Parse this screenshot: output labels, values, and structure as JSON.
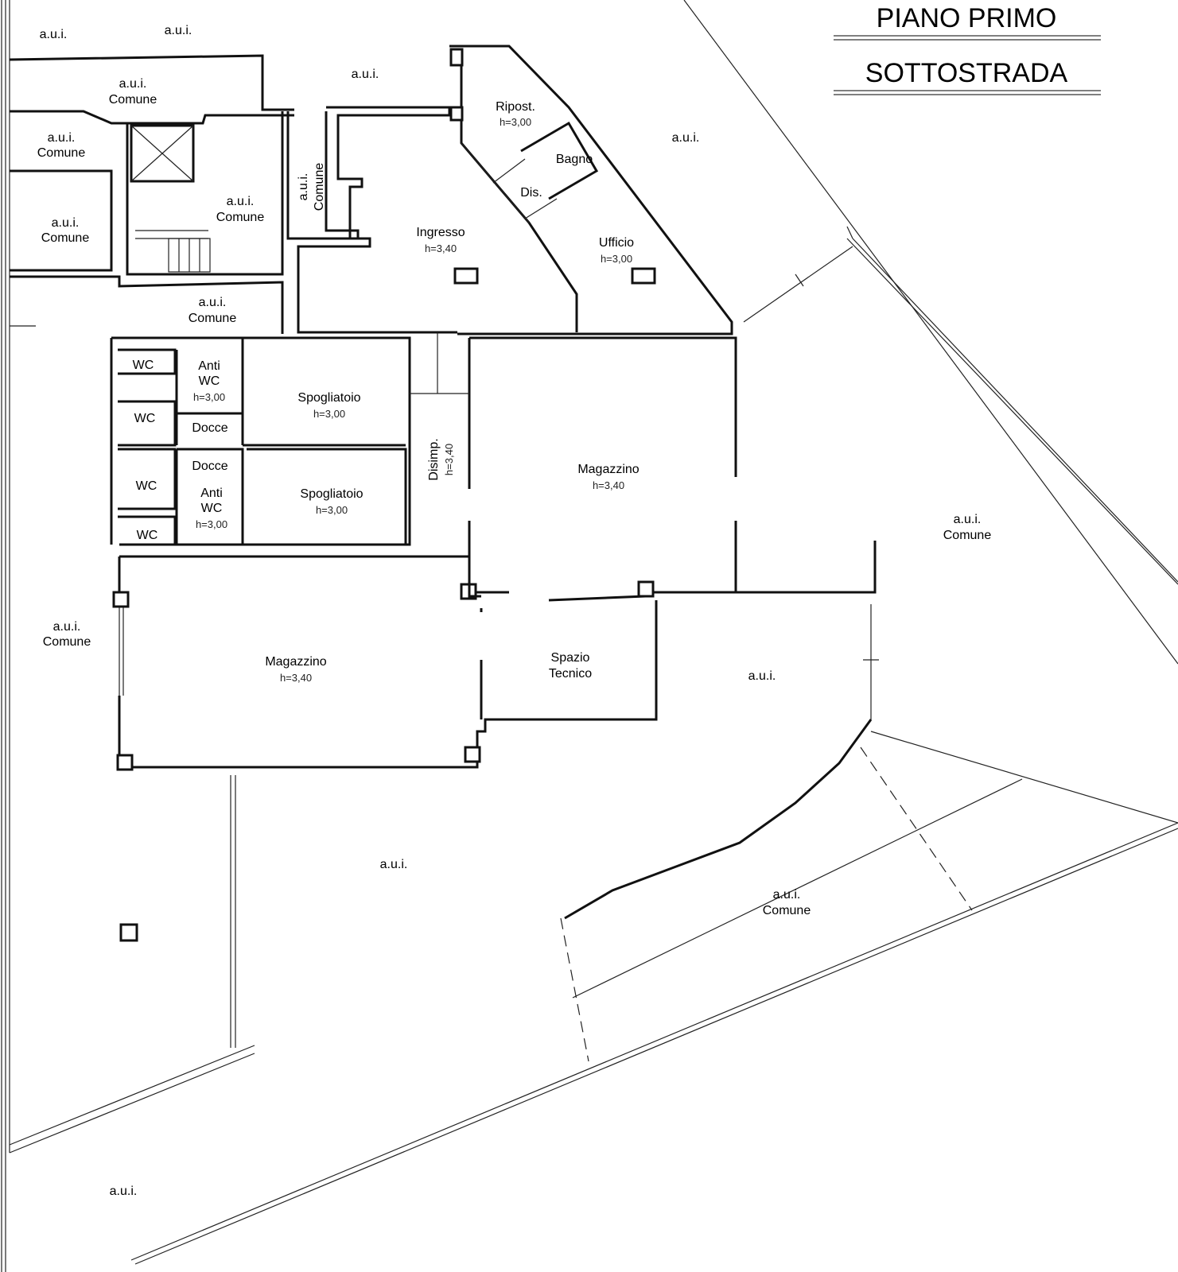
{
  "header": {
    "title_line1": "PIANO PRIMO",
    "title_line2": "SOTTOSTRADA"
  },
  "labels": {
    "aui": "a.u.i.",
    "comune": "Comune",
    "ripost": "Ripost.",
    "bagno": "Bagno",
    "dis": "Dis.",
    "ingresso": "Ingresso",
    "ufficio": "Ufficio",
    "wc": "WC",
    "anti": "Anti",
    "docce": "Docce",
    "spogliatoio": "Spogliatoio",
    "disimp": "Disimp.",
    "magazzino": "Magazzino",
    "spazio": "Spazio",
    "tecnico": "Tecnico"
  },
  "heights": {
    "h300": "h=3,00",
    "h340": "h=3,40"
  }
}
